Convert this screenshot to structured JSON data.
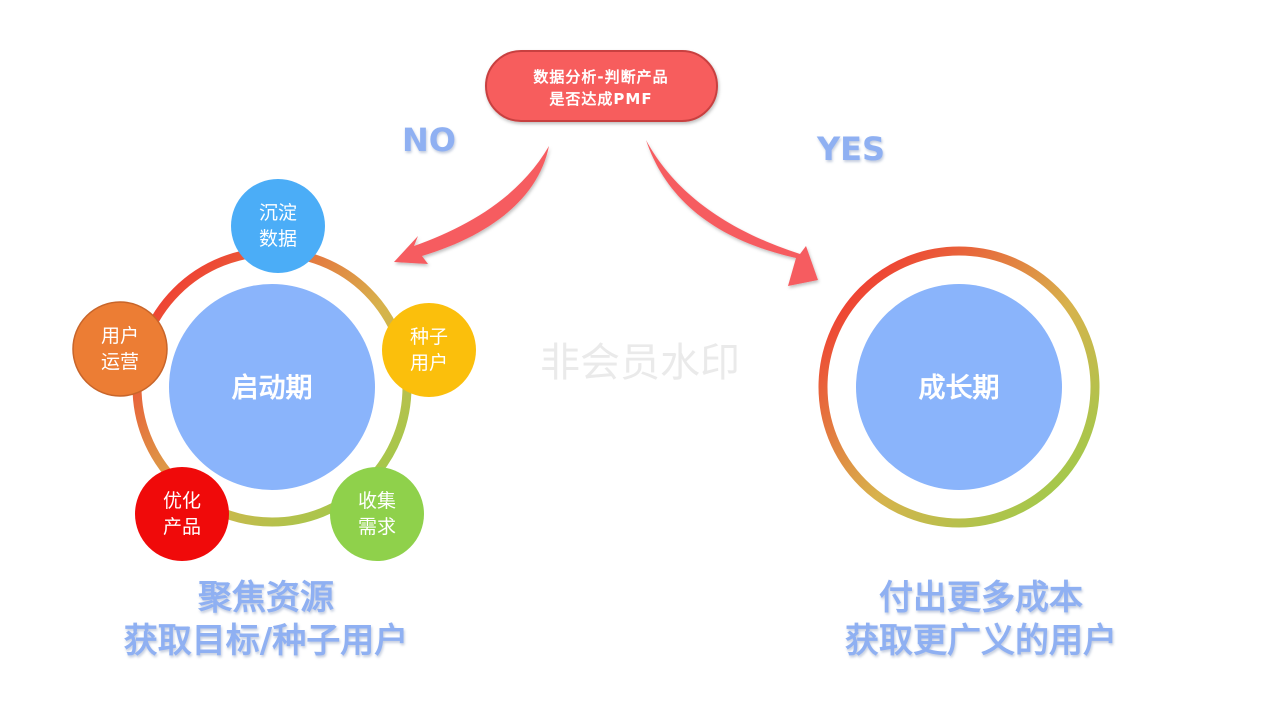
{
  "decision": {
    "line1": "数据分析-判断产品",
    "line2": "是否达成PMF",
    "color": "#f75d5d"
  },
  "branches": {
    "no_label": "NO",
    "yes_label": "YES",
    "arrow_color": "#f65b60"
  },
  "startup": {
    "center_label": "启动期",
    "caption_line1": "聚焦资源",
    "caption_line2": "获取目标/种子用户",
    "petals": [
      {
        "line1": "沉淀",
        "line2": "数据",
        "color": "#4badf7"
      },
      {
        "line1": "种子",
        "line2": "用户",
        "color": "#fbbf0c"
      },
      {
        "line1": "收集",
        "line2": "需求",
        "color": "#8fd14b"
      },
      {
        "line1": "优化",
        "line2": "产品",
        "color": "#f00a0a"
      },
      {
        "line1": "用户",
        "line2": "运营",
        "color": "#ec7d34"
      }
    ]
  },
  "growth": {
    "center_label": "成长期",
    "caption_line1": "付出更多成本",
    "caption_line2": "获取更广义的用户"
  },
  "colors": {
    "center_fill": "#8ab4fb",
    "ring_start": "#f61f2b",
    "ring_mid": "#d8b24c",
    "ring_end": "#8fd14b",
    "caption": "#8fb0f2"
  },
  "watermark": "非会员水印"
}
